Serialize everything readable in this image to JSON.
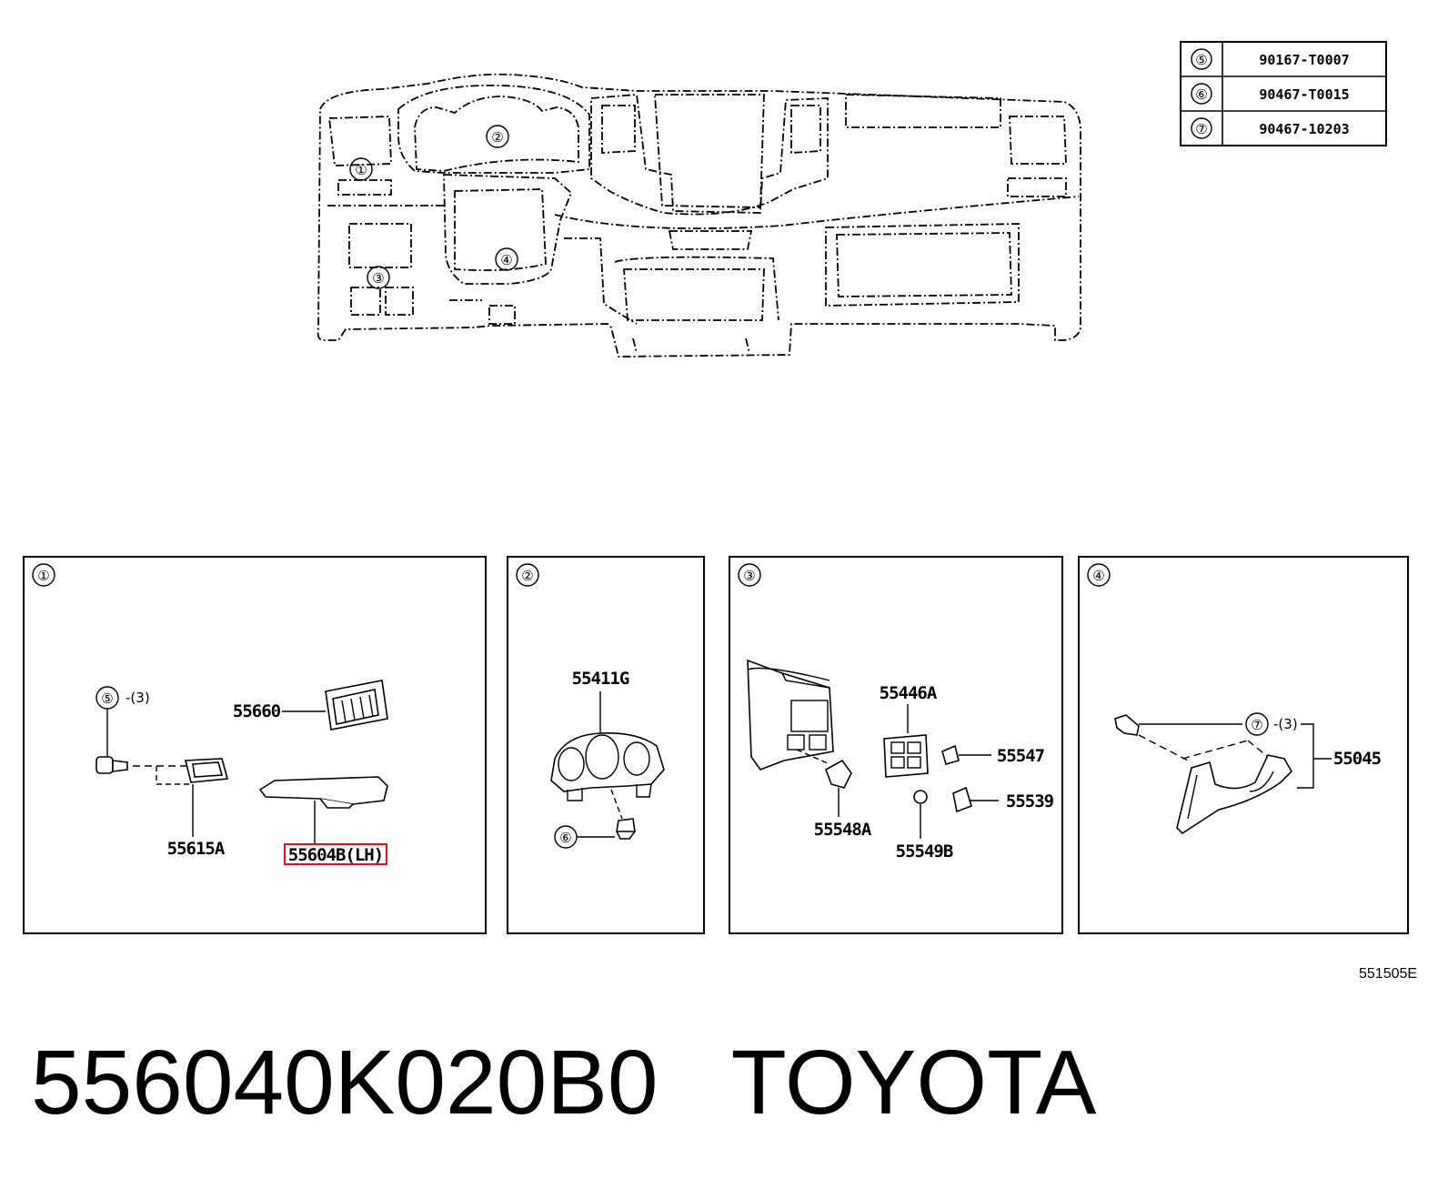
{
  "diagram_ref": "551505E",
  "footer": {
    "part_number": "556040K020B0",
    "brand": "TOYOTA"
  },
  "table": [
    {
      "key": "⑤",
      "part": "90167-T0007"
    },
    {
      "key": "⑥",
      "part": "90467-T0015"
    },
    {
      "key": "⑦",
      "part": "90467-10203"
    }
  ],
  "overview_callouts": [
    "①",
    "②",
    "③",
    "④"
  ],
  "panels": [
    {
      "key": "①",
      "labels": [
        "55660",
        "55615A",
        "55604B(LH)"
      ],
      "qty": "(3)",
      "fastener": "⑤",
      "highlighted": "55604B(LH)"
    },
    {
      "key": "②",
      "labels": [
        "55411G"
      ],
      "fastener": "⑥"
    },
    {
      "key": "③",
      "labels": [
        "55446A",
        "55547",
        "55539",
        "55548A",
        "55549B"
      ]
    },
    {
      "key": "④",
      "labels": [
        "55045"
      ],
      "qty": "(3)",
      "fastener": "⑦"
    }
  ],
  "highlight_color": "#e0101a"
}
